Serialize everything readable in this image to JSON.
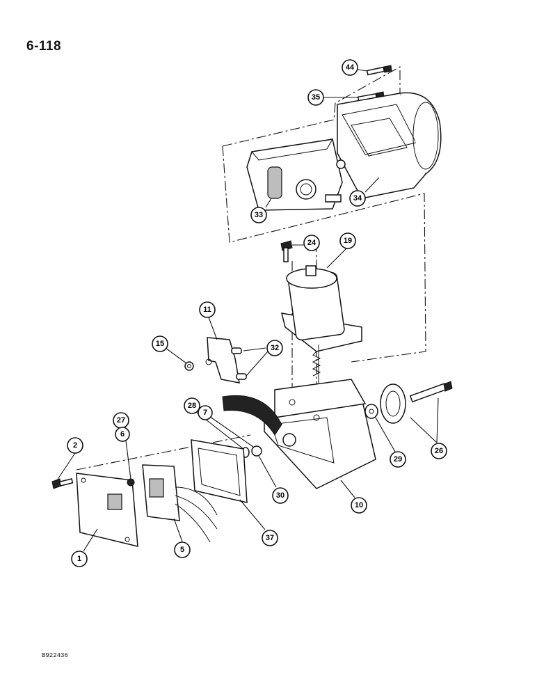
{
  "page": {
    "page_number": "6-118",
    "figure_code": "B922436"
  },
  "callouts": [
    {
      "id": "44",
      "label": "44"
    },
    {
      "id": "35",
      "label": "35"
    },
    {
      "id": "34",
      "label": "34"
    },
    {
      "id": "33",
      "label": "33"
    },
    {
      "id": "24",
      "label": "24"
    },
    {
      "id": "19",
      "label": "19"
    },
    {
      "id": "11",
      "label": "11"
    },
    {
      "id": "15",
      "label": "15"
    },
    {
      "id": "32",
      "label": "32"
    },
    {
      "id": "28",
      "label": "28"
    },
    {
      "id": "7",
      "label": "7"
    },
    {
      "id": "27",
      "label": "27"
    },
    {
      "id": "6",
      "label": "6"
    },
    {
      "id": "2",
      "label": "2"
    },
    {
      "id": "1",
      "label": "1"
    },
    {
      "id": "5",
      "label": "5"
    },
    {
      "id": "37",
      "label": "37"
    },
    {
      "id": "30",
      "label": "30"
    },
    {
      "id": "10",
      "label": "10"
    },
    {
      "id": "29",
      "label": "29"
    },
    {
      "id": "26",
      "label": "26"
    }
  ]
}
